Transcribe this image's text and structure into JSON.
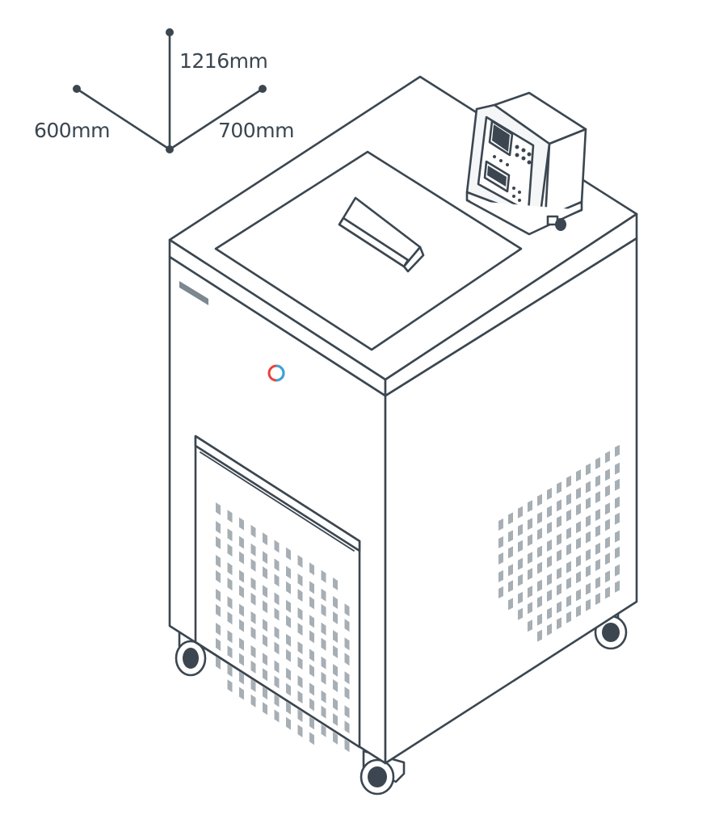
{
  "dimensions": {
    "height": {
      "label": "1216mm"
    },
    "width": {
      "label": "600mm"
    },
    "depth": {
      "label": "700mm"
    }
  },
  "icons": {
    "status_indicator": "status-ring-icon"
  },
  "colors": {
    "outline": "#3b4650",
    "vent": "#a7afb5",
    "indicator_red": "#e8413c",
    "indicator_blue": "#34a6dc"
  }
}
